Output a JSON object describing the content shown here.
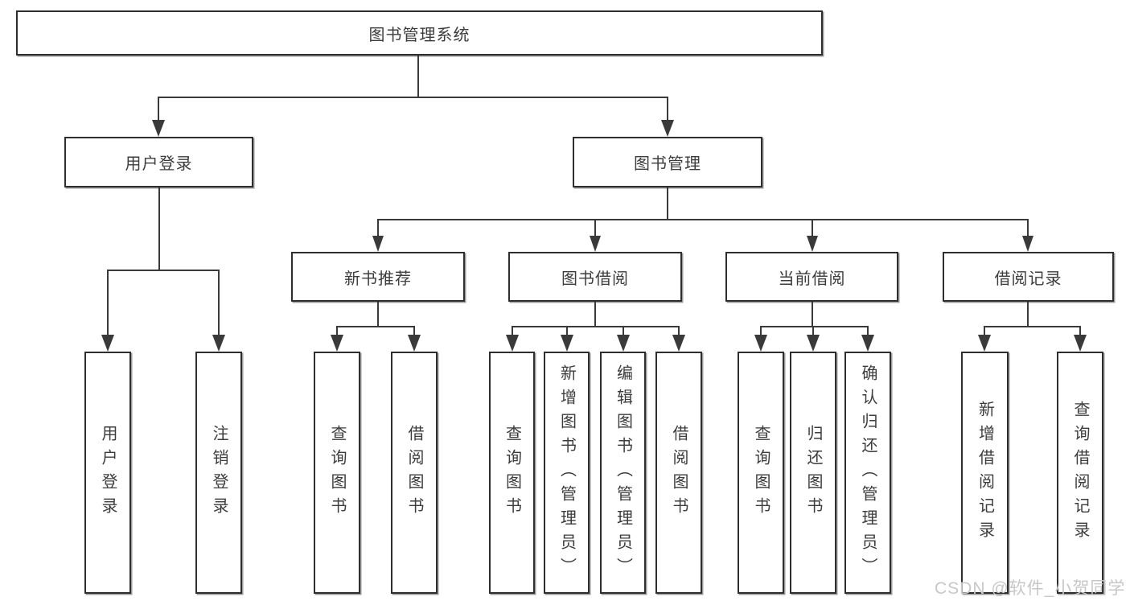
{
  "diagram": {
    "root_label": "图书管理系统",
    "level2": {
      "user_login": "用户登录",
      "book_management": "图书管理"
    },
    "level3": {
      "new_book_recommend": "新书推荐",
      "book_borrow": "图书借阅",
      "current_borrow": "当前借阅",
      "borrow_record": "借阅记录"
    },
    "leaves": {
      "user_login": "用户登录",
      "logout": "注销登录",
      "newbook_query": "查询图书",
      "newbook_borrow": "借阅图书",
      "borrow_query": "查询图书",
      "borrow_add_admin": "新增图书（管理员）",
      "borrow_edit_admin": "编辑图书（管理员）",
      "borrow_borrow": "借阅图书",
      "current_query": "查询图书",
      "current_return": "归还图书",
      "current_confirm_admin": "确认归还（管理员）",
      "record_add": "新增借阅记录",
      "record_query": "查询借阅记录"
    }
  },
  "watermark": "CSDN @软件_小贺同学",
  "colors": {
    "line": "#3a3a3a",
    "text": "#3c3c3c",
    "box_border": "#2e2e2e",
    "box_shadow": "#9b9b9b",
    "watermark": "#c7c7c7",
    "background": "#ffffff"
  }
}
